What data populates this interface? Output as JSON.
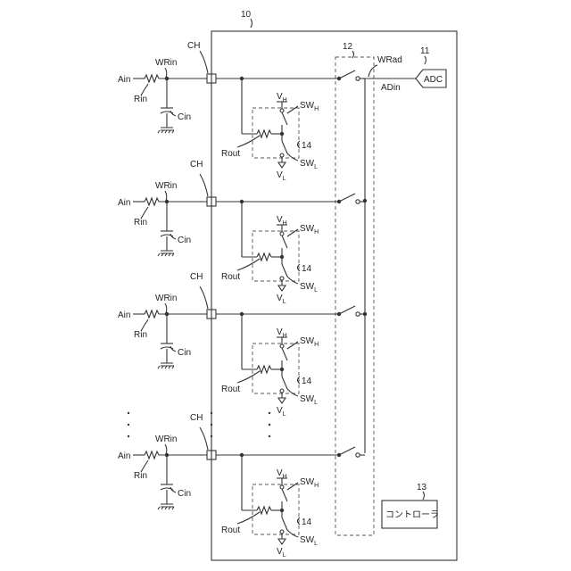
{
  "labels": {
    "chip": "10",
    "adc_ref": "11",
    "mux_ref": "12",
    "controller_ref": "13",
    "adc": "ADC",
    "wrad": "WRad",
    "adin": "ADin",
    "controller": "コントローラ"
  },
  "channels": [
    {
      "ain": "Ain",
      "wrin": "WRin",
      "rin": "Rin",
      "cin": "Cin",
      "ch": "CH",
      "rout": "Rout",
      "vh": "V",
      "vh_sub": "H",
      "swh": "SW",
      "swh_sub": "H",
      "swl": "SW",
      "swl_sub": "L",
      "vl": "V",
      "vl_sub": "L",
      "ref": "14"
    },
    {
      "ain": "Ain",
      "wrin": "WRin",
      "rin": "Rin",
      "cin": "Cin",
      "ch": "CH",
      "rout": "Rout",
      "vh": "V",
      "vh_sub": "H",
      "swh": "SW",
      "swh_sub": "H",
      "swl": "SW",
      "swl_sub": "L",
      "vl": "V",
      "vl_sub": "L",
      "ref": "14"
    },
    {
      "ain": "Ain",
      "wrin": "WRin",
      "rin": "Rin",
      "cin": "Cin",
      "ch": "CH",
      "rout": "Rout",
      "vh": "V",
      "vh_sub": "H",
      "swh": "SW",
      "swh_sub": "H",
      "swl": "SW",
      "swl_sub": "L",
      "vl": "V",
      "vl_sub": "L",
      "ref": "14"
    },
    {
      "ain": "Ain",
      "wrin": "WRin",
      "rin": "Rin",
      "cin": "Cin",
      "ch": "CH",
      "rout": "Rout",
      "vh": "V",
      "vh_sub": "H",
      "swh": "SW",
      "swh_sub": "H",
      "swl": "SW",
      "swl_sub": "L",
      "vl": "V",
      "vl_sub": "L",
      "ref": "14"
    }
  ]
}
